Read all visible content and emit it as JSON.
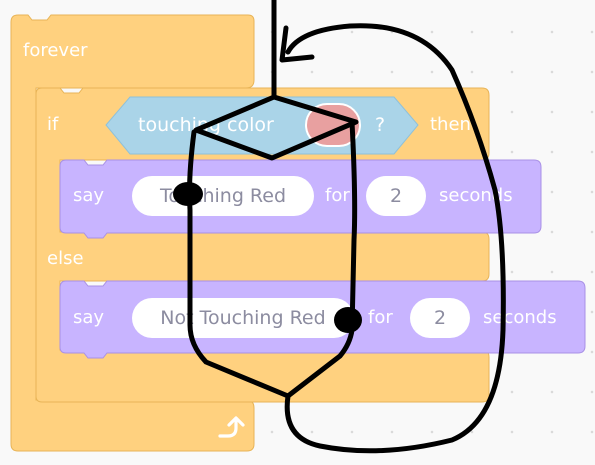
{
  "colors": {
    "control": "#ffd17f",
    "control_border": "#e8b457",
    "looks": "#c8b4ff",
    "looks_border": "#a991e6",
    "sensing": "#aad4e8",
    "sensing_border": "#8ec1da",
    "swatch": "#e8a0a0",
    "ink": "#000000"
  },
  "blocks": {
    "forever": {
      "label": "forever",
      "icon": "loop-arrow-icon"
    },
    "if_else": {
      "if_label": "if",
      "then_label": "then",
      "else_label": "else",
      "condition": {
        "label": "touching color",
        "question": "?"
      }
    },
    "say_1": {
      "say": "say",
      "message": "Touching Red",
      "for": "for",
      "seconds_value": "2",
      "seconds": "seconds"
    },
    "say_2": {
      "say": "say",
      "message": "Not Touching Red",
      "for": "for",
      "seconds_value": "2",
      "seconds": "seconds"
    }
  }
}
